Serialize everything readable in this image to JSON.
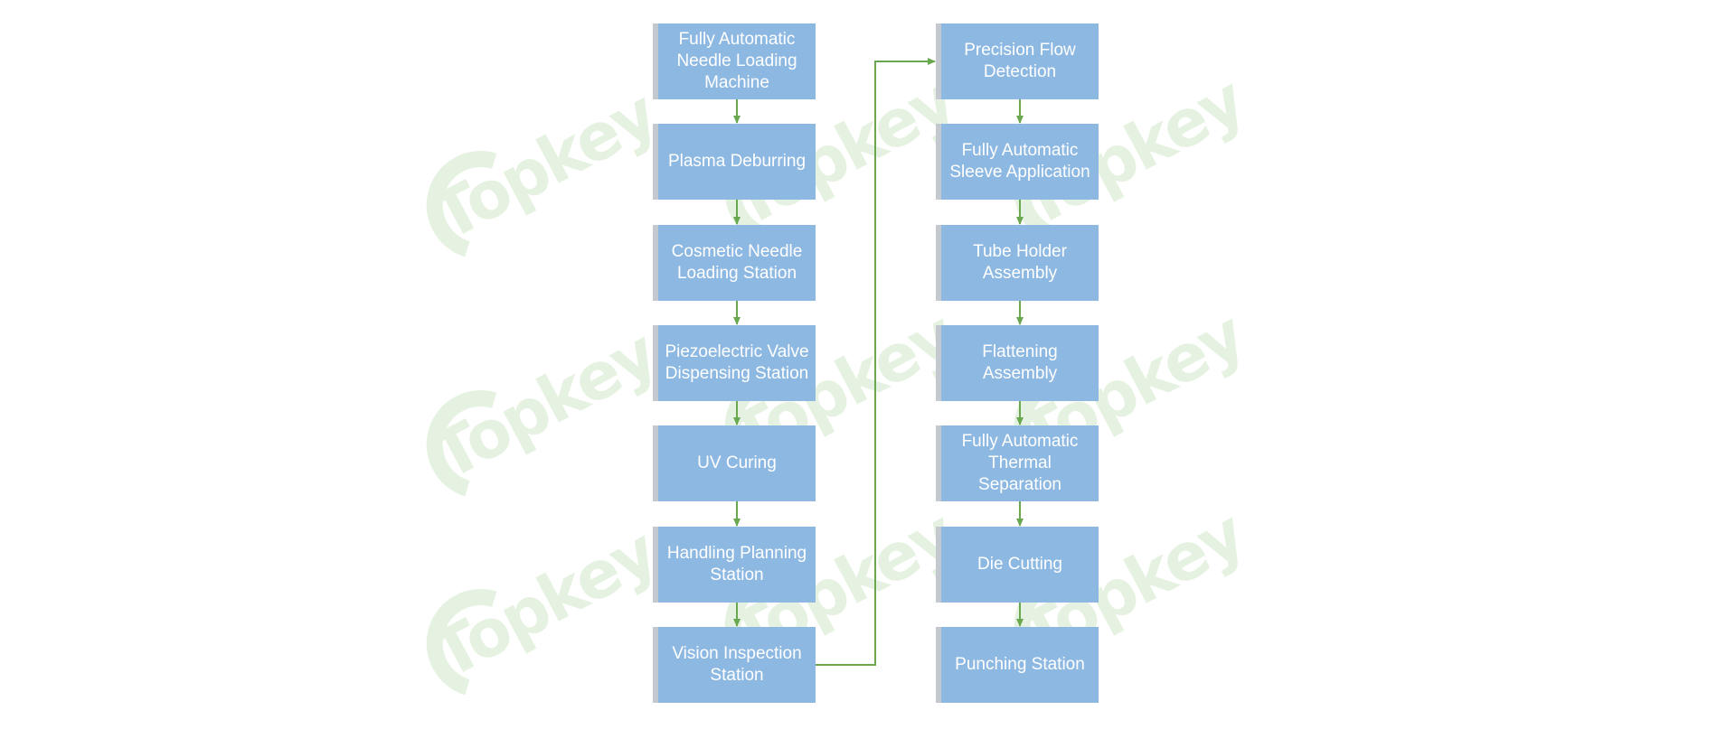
{
  "watermark": {
    "text": "Topkey"
  },
  "colors": {
    "box_fill": "#8db8e2",
    "box_edge": "#c3c9cf",
    "arrow": "#6aa84f",
    "watermark": "#e6f2e1"
  },
  "flow": {
    "left_column": [
      {
        "id": "s1",
        "label": "Fully Automatic Needle Loading Machine"
      },
      {
        "id": "s2",
        "label": "Plasma Deburring"
      },
      {
        "id": "s3",
        "label": "Cosmetic Needle Loading Station"
      },
      {
        "id": "s4",
        "label": "Piezoelectric Valve Dispensing Station"
      },
      {
        "id": "s5",
        "label": "UV Curing"
      },
      {
        "id": "s6",
        "label": "Handling Planning Station"
      },
      {
        "id": "s7",
        "label": "Vision Inspection Station"
      }
    ],
    "right_column": [
      {
        "id": "s8",
        "label": "Precision Flow Detection"
      },
      {
        "id": "s9",
        "label": "Fully Automatic Sleeve Application"
      },
      {
        "id": "s10",
        "label": "Tube Holder Assembly"
      },
      {
        "id": "s11",
        "label": "Flattening Assembly"
      },
      {
        "id": "s12",
        "label": "Fully Automatic Thermal Separation"
      },
      {
        "id": "s13",
        "label": "Die Cutting"
      },
      {
        "id": "s14",
        "label": "Punching Station"
      }
    ]
  }
}
